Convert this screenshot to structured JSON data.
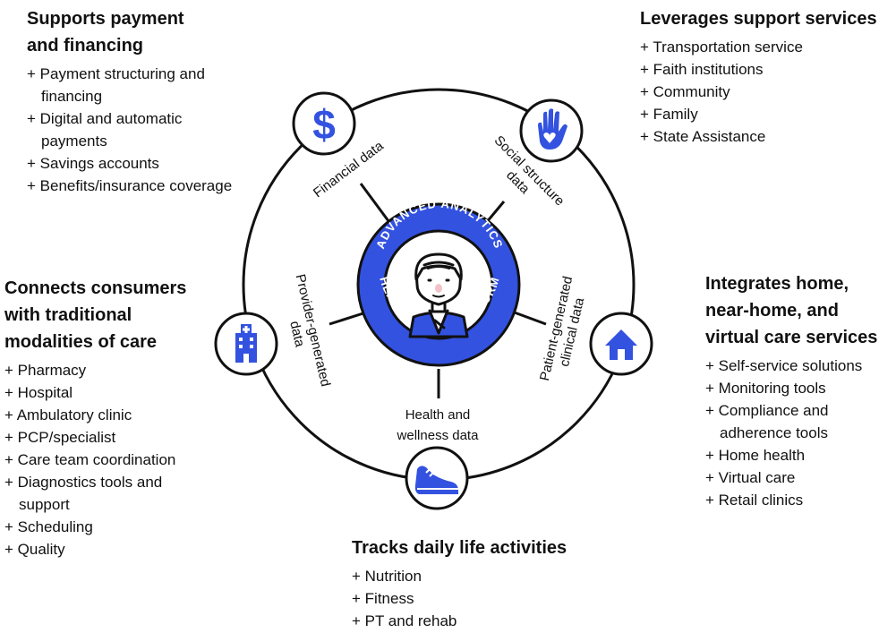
{
  "center": {
    "top_text": "ADVANCED ANALYTICS",
    "bottom_text": "HEALTH PLAN PLATFORM"
  },
  "spokes": {
    "financial": "Financial data",
    "social_1": "Social structure",
    "social_2": "data",
    "provider_1": "Provider-generated",
    "provider_2": "data",
    "patient_1": "Patient-generated",
    "patient_2": "clinical data",
    "health_1": "Health and",
    "health_2": "wellness data"
  },
  "icons": {
    "top_left": "dollar-sign-icon",
    "top_right": "heart-hand-icon",
    "left": "hospital-icon",
    "right": "home-icon",
    "bottom": "sneaker-icon",
    "center": "doctor-icon"
  },
  "colors": {
    "accent": "#3352e0",
    "line": "#111111"
  },
  "sections": {
    "payment": {
      "title_1": "Supports payment",
      "title_2": "and financing",
      "items": [
        "Payment structuring and financing",
        "Digital and automatic payments",
        "Savings accounts",
        "Benefits/insurance coverage"
      ]
    },
    "support": {
      "title": "Leverages support services",
      "items": [
        "Transportation service",
        "Faith institutions",
        "Community",
        "Family",
        "State Assistance"
      ]
    },
    "care": {
      "title_1": "Connects consumers",
      "title_2": "with traditional",
      "title_3": "modalities of care",
      "items": [
        "Pharmacy",
        "Hospital",
        "Ambulatory clinic",
        "PCP/specialist",
        "Care team coordination",
        "Diagnostics tools and support",
        "Scheduling",
        "Quality"
      ]
    },
    "home": {
      "title_1": "Integrates home,",
      "title_2": "near-home, and",
      "title_3": "virtual care services",
      "items": [
        "Self-service solutions",
        "Monitoring tools",
        "Compliance and adherence tools",
        "Home health",
        "Virtual care",
        "Retail clinics"
      ]
    },
    "daily": {
      "title": "Tracks daily life activities",
      "items": [
        "Nutrition",
        "Fitness",
        "PT and rehab"
      ]
    }
  }
}
